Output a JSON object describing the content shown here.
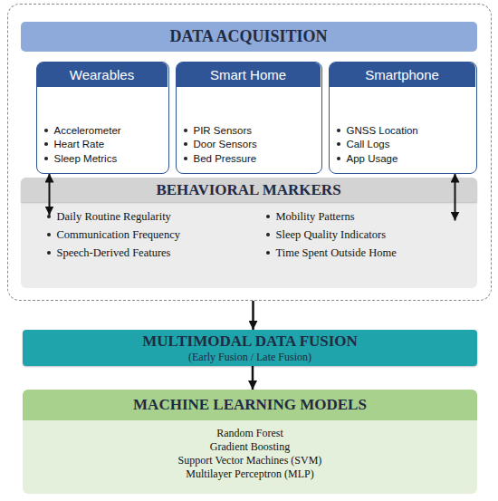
{
  "diagram": {
    "nodes": [
      {
        "text": [
          "DATA ACQUISITION"
        ]
      },
      {
        "text": [
          "Wearables",
          "Accelerometer",
          "Heart Rate",
          "Sleep Metrics"
        ],
        "in": 0
      },
      {
        "text": [
          "Smart Home",
          "PIR Sensors",
          "Door Sensors",
          "Bed Pressure"
        ],
        "in": 0
      },
      {
        "text": [
          "Smartphone",
          "GNSS Location",
          "Call Logs",
          "App Usage"
        ],
        "in": 0
      },
      {
        "text": [
          "BEHAVIORAL MARKERS",
          "Daily Routine Regularity",
          "Communication Frequency",
          "Speech-Derived Features",
          "Mobility Patterns",
          "Sleep Quality Indicators",
          "Time Spent Outside Home"
        ],
        "in": 0
      },
      {
        "text": [
          "MULTIMODAL DATA FUSION",
          "(Early Fusion / Late Fusion)"
        ]
      },
      {
        "text": [
          "MACHINE LEARNING MODELS",
          "Random Forest",
          "Gradient Boosting",
          "Support Vector Machines (SVM)",
          "Multilayer Perceptron (MLP)"
        ]
      }
    ],
    "edges": [
      {
        "from": 1,
        "to": 4,
        "arrow": "both"
      },
      {
        "from": 3,
        "to": 4,
        "arrow": "both"
      },
      {
        "from": 0,
        "to": 5,
        "arrow": "to"
      },
      {
        "from": 5,
        "to": 6,
        "arrow": "to"
      }
    ]
  }
}
